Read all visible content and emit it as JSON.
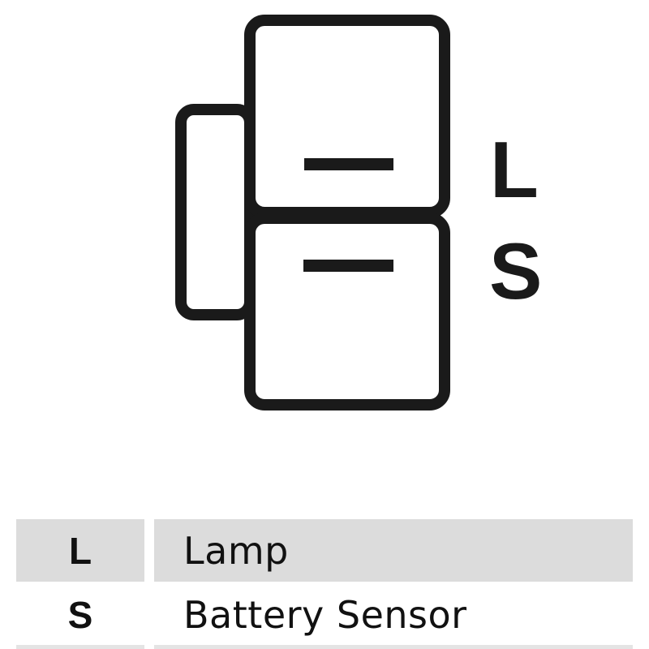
{
  "diagram": {
    "pin_labels": [
      "L",
      "S"
    ],
    "stroke_color": "#1a1a1a"
  },
  "legend_table": {
    "rows": [
      {
        "key": "L",
        "value": "Lamp"
      },
      {
        "key": "S",
        "value": "Battery Sensor"
      }
    ],
    "shade_color": "#dcdcdc"
  }
}
